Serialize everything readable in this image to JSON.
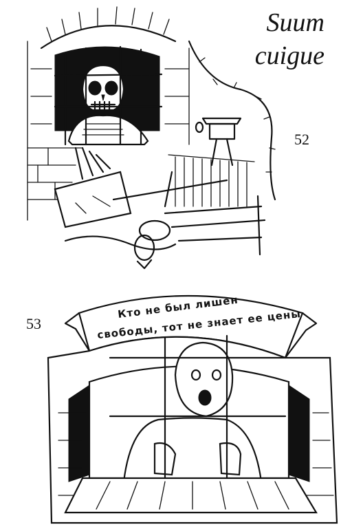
{
  "title_line1": "Suum",
  "title_line2": "cuigue",
  "figure_52_number": "52",
  "figure_53_number": "53",
  "banner_line1": "Кто не был лишен",
  "banner_line2": "свободы, тот не знает ее цены"
}
